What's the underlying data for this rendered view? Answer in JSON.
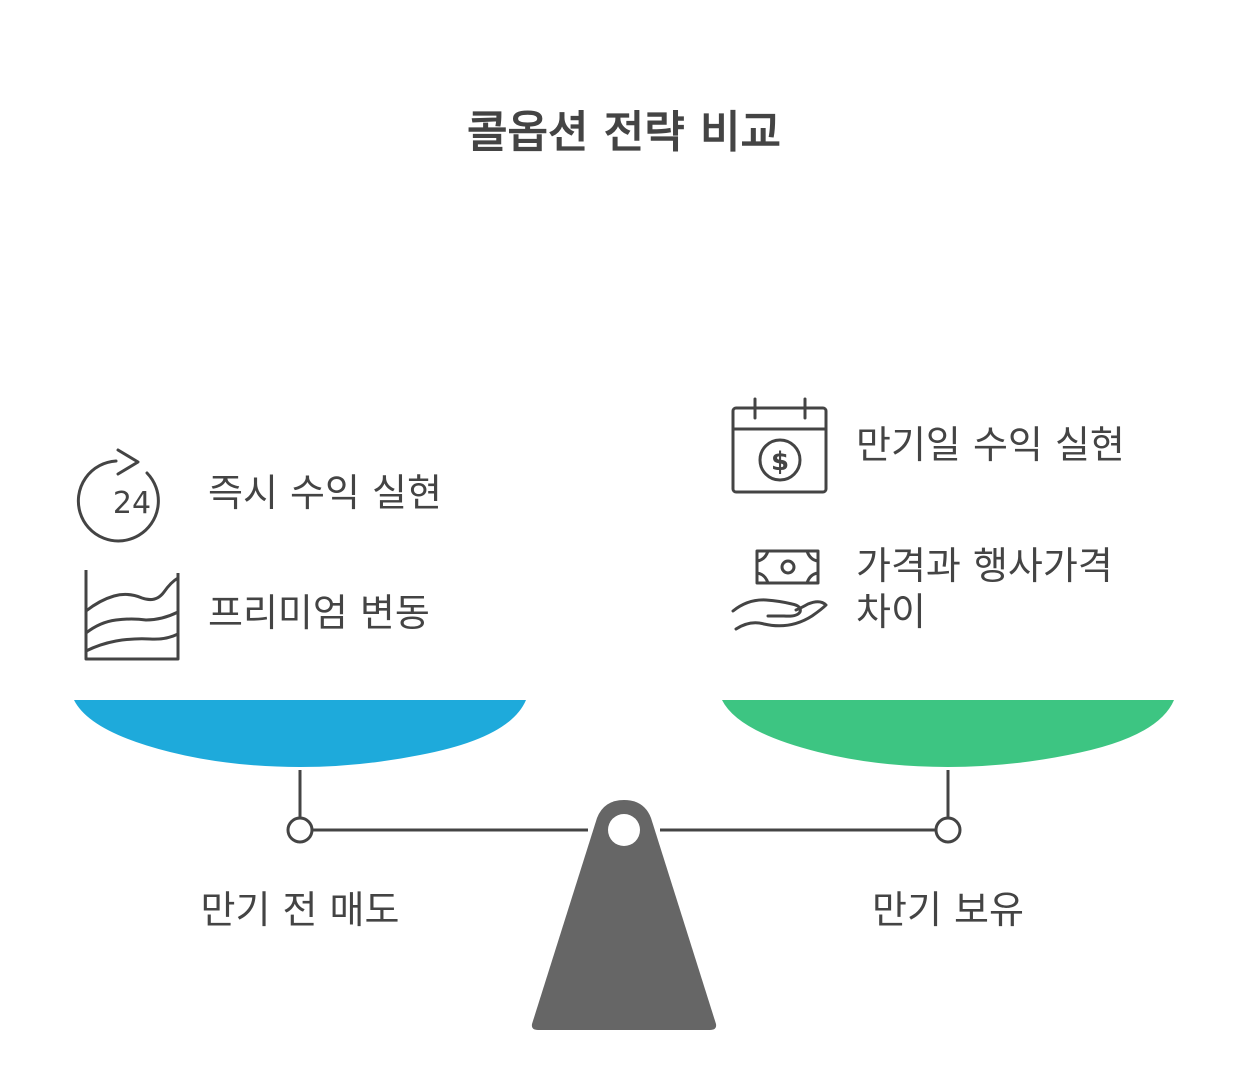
{
  "title": "콜옵션 전략 비교",
  "left": {
    "name": "만기 전 매도",
    "color": "#1eaadb",
    "items": [
      {
        "icon": "clock-24-icon",
        "label": "즉시 수익 실현"
      },
      {
        "icon": "area-chart-icon",
        "label": "프리미엄 변동"
      }
    ]
  },
  "right": {
    "name": "만기 보유",
    "color": "#3dc582",
    "items": [
      {
        "icon": "calendar-dollar-icon",
        "label": "만기일 수익 실현"
      },
      {
        "icon": "hand-cash-icon",
        "label_line1": "가격과 행사가격",
        "label_line2": "차이"
      }
    ]
  },
  "colors": {
    "text": "#444444",
    "fulcrum": "#666666",
    "line": "#444444"
  }
}
